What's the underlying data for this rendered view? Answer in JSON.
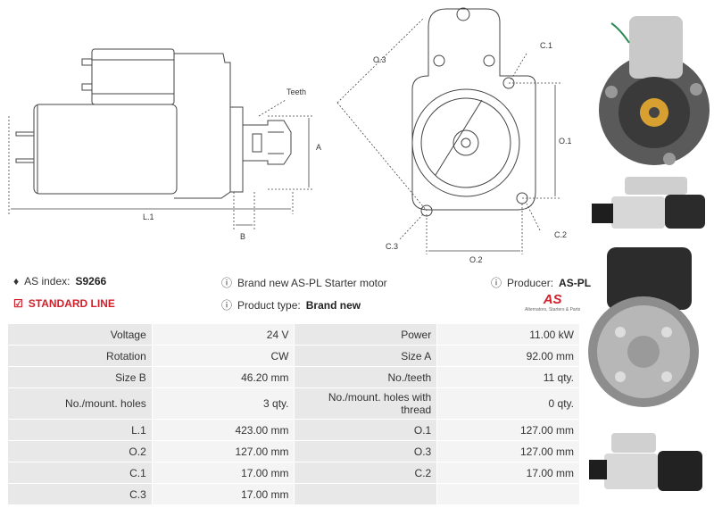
{
  "diagram": {
    "labels": {
      "teeth": "Teeth",
      "a": "A",
      "b": "B",
      "l1": "L.1",
      "o3": "O.3",
      "c1": "C.1",
      "o1": "O.1",
      "c3": "C.3",
      "c2": "C.2",
      "o2": "O.2"
    }
  },
  "info": {
    "as_index_label": "AS index:",
    "as_index_value": "S9266",
    "standard_line": "STANDARD LINE",
    "description": "Brand new AS-PL Starter motor",
    "product_type_label": "Product type:",
    "product_type_value": "Brand new",
    "producer_label": "Producer:",
    "producer_value": "AS-PL",
    "logo_text": "AS",
    "logo_sub": "Alternators, Starters & Parts"
  },
  "specs": [
    {
      "l1": "Voltage",
      "v1": "24 V",
      "l2": "Power",
      "v2": "11.00 kW"
    },
    {
      "l1": "Rotation",
      "v1": "CW",
      "l2": "Size A",
      "v2": "92.00 mm"
    },
    {
      "l1": "Size B",
      "v1": "46.20 mm",
      "l2": "No./teeth",
      "v2": "11 qty."
    },
    {
      "l1": "No./mount. holes",
      "v1": "3 qty.",
      "l2": "No./mount. holes with thread",
      "v2": "0 qty."
    },
    {
      "l1": "L.1",
      "v1": "423.00 mm",
      "l2": "O.1",
      "v2": "127.00 mm"
    },
    {
      "l1": "O.2",
      "v1": "127.00 mm",
      "l2": "O.3",
      "v2": "127.00 mm"
    },
    {
      "l1": "C.1",
      "v1": "17.00 mm",
      "l2": "C.2",
      "v2": "17.00 mm"
    },
    {
      "l1": "C.3",
      "v1": "17.00 mm",
      "l2": "",
      "v2": ""
    }
  ]
}
